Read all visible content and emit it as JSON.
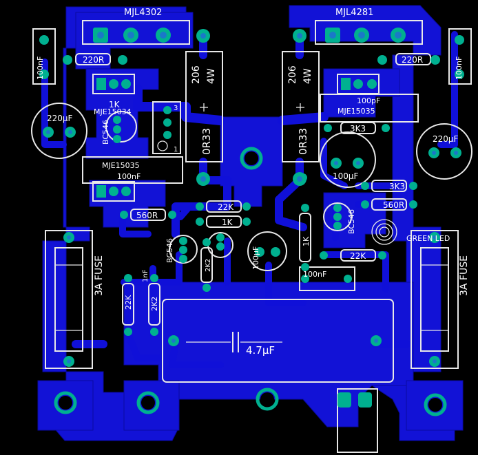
{
  "colors": {
    "background": "#000000",
    "copper": "#1212d6",
    "copper_edge": "#0a0aa0",
    "silkscreen": "#e8e8e8",
    "pad_ring": "#00b090",
    "pad_hole": "#1a78c8"
  },
  "components": {
    "q_left_power": "MJL4302",
    "q_right_power": "MJL4281",
    "r_emitter_left": {
      "value": "0R33",
      "power": "4W",
      "code": "206"
    },
    "r_emitter_right": {
      "value": "0R33",
      "power": "4W",
      "code": "206"
    },
    "r_220_left": "220R",
    "r_220_right": "220R",
    "c_100n_top_left": "100nF",
    "c_100n_top_right": "100nF",
    "r_1k_left": "1K",
    "q_driver_left": "MJE15034",
    "q_bc546_left": "BC546",
    "trim_pins": [
      "3",
      "1"
    ],
    "c_220u_left": "220µF",
    "c_220u_right": "220µF",
    "q_driver_right": "MJE15035",
    "c_100p_right": "100pF",
    "r_3k3_upper": "3K3",
    "c_100u_right": "100µF",
    "q_driver_mid_left": "MJE15035",
    "c_100n_mid_left": "100nF",
    "r_3k3_lower": "3K3",
    "r_560_left": "560R",
    "r_560_right": "560R",
    "r_22k_mid": "22K",
    "r_1k_mid": "1K",
    "q_bc546_right": "BC546",
    "led": "GREEN LED",
    "q_bc546_lower": "BC546",
    "r_2k2": "2K2",
    "c_100u_center": "100µF",
    "r_1k_vertical": "1K",
    "r_22k_right": "22K",
    "c_100n_bottom": "100nF",
    "r_22k_vertical": "22K",
    "c_1n_vertical": "1nF",
    "r_2k2_vertical": "2K2",
    "c_4u7": "4.7µF",
    "fuse_left": "3A FUSE",
    "fuse_right": "3A FUSE"
  }
}
